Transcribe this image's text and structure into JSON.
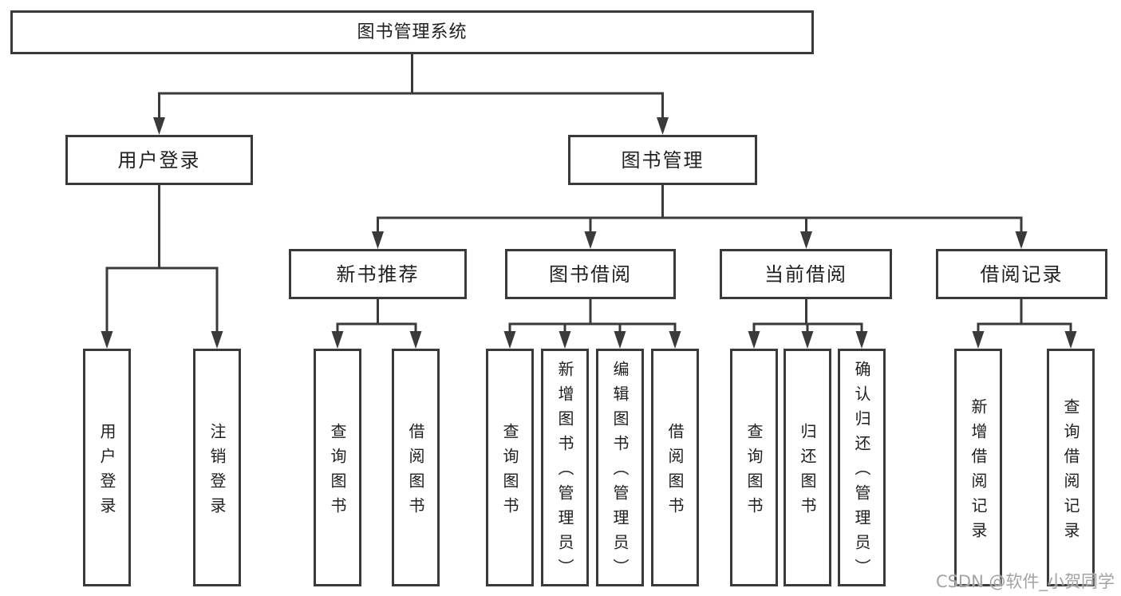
{
  "diagram": {
    "tree": {
      "label": "图书管理系统",
      "children": [
        {
          "label": "用户登录",
          "children": [
            {
              "label": "用户登录"
            },
            {
              "label": "注销登录"
            }
          ]
        },
        {
          "label": "图书管理",
          "children": [
            {
              "label": "新书推荐",
              "children": [
                {
                  "label": "查询图书"
                },
                {
                  "label": "借阅图书"
                }
              ]
            },
            {
              "label": "图书借阅",
              "children": [
                {
                  "label": "查询图书"
                },
                {
                  "label": "新增图书（管理员）"
                },
                {
                  "label": "编辑图书（管理员）"
                },
                {
                  "label": "借阅图书"
                }
              ]
            },
            {
              "label": "当前借阅",
              "children": [
                {
                  "label": "查询图书"
                },
                {
                  "label": "归还图书"
                },
                {
                  "label": "确认归还（管理员）"
                }
              ]
            },
            {
              "label": "借阅记录",
              "children": [
                {
                  "label": "新增借阅记录"
                },
                {
                  "label": "查询借阅记录"
                }
              ]
            }
          ]
        }
      ]
    }
  },
  "watermark": {
    "text": "CSDN @软件_小贺同学"
  },
  "colors": {
    "line": "#3a3a3a",
    "text": "#1f1f1f",
    "box_bg": "#ffffff",
    "background": "#ffffff",
    "watermark": "#a3a3a3"
  }
}
